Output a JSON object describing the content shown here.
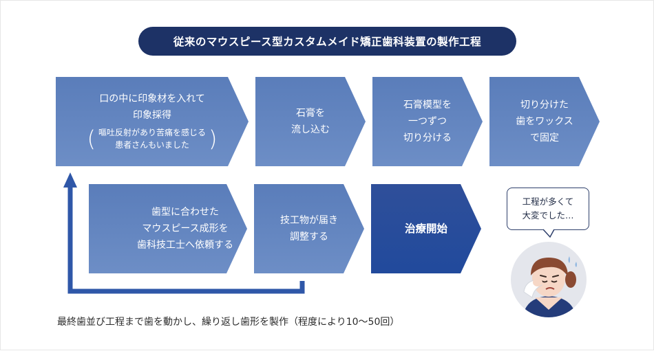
{
  "title": "従来のマウスピース型カスタムメイド矯正歯科装置の製作工程",
  "steps_row1": [
    {
      "lines": [
        "口の中に印象材を入れて",
        "印象採得"
      ],
      "note": [
        "嘔吐反射があり苦痛を感じる",
        "患者さんもいました"
      ]
    },
    {
      "lines": [
        "石膏を",
        "流し込む"
      ]
    },
    {
      "lines": [
        "石膏模型を",
        "一つずつ",
        "切り分ける"
      ]
    },
    {
      "lines": [
        "切り分けた",
        "歯をワックス",
        "で固定"
      ]
    }
  ],
  "steps_row2": [
    {
      "lines": [
        "歯型に合わせた",
        "マウスピース成形を",
        "歯科技工士へ依頼する"
      ]
    },
    {
      "lines": [
        "技工物が届き",
        "調整する"
      ]
    },
    {
      "lines": [
        "治療開始"
      ]
    }
  ],
  "paren_open": "(",
  "paren_close": ")",
  "bottom_note": "最終歯並び工程まで歯を動かし、繰り返し歯形を製作（程度により10〜50回）",
  "speech": [
    "工程が多くて",
    "大変でした…"
  ],
  "colors": {
    "title_bg": "#1d3266",
    "step": "#6180bd",
    "step_highlight": "#234b9b",
    "arrow": "#2f57a8"
  }
}
